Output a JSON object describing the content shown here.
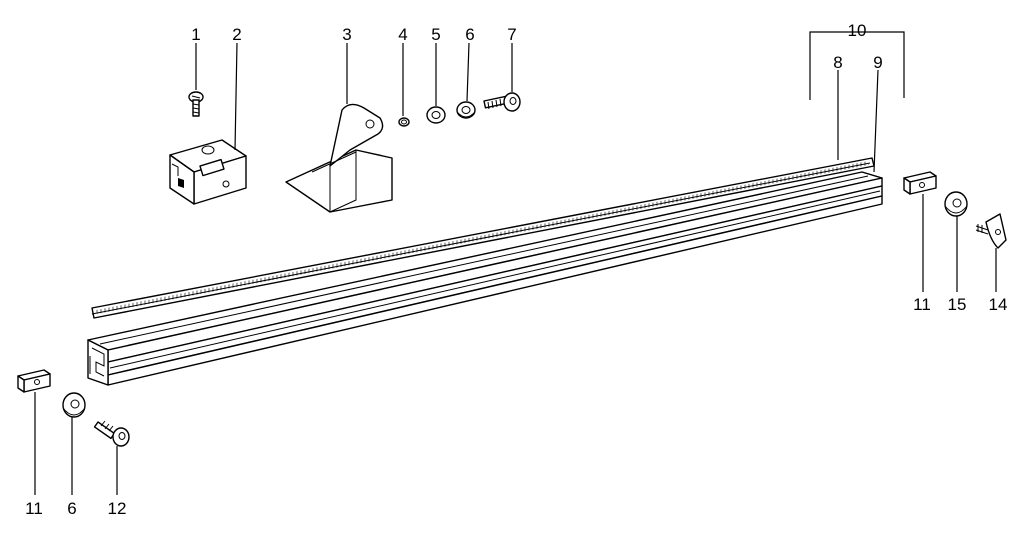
{
  "labels": {
    "l1": "1",
    "l2": "2",
    "l3": "3",
    "l4": "4",
    "l5": "5",
    "l6a": "6",
    "l7": "7",
    "l10": "10",
    "l8": "8",
    "l9": "9",
    "l11r": "11",
    "l15": "15",
    "l14": "14",
    "l11l": "11",
    "l6b": "6",
    "l12": "12"
  }
}
